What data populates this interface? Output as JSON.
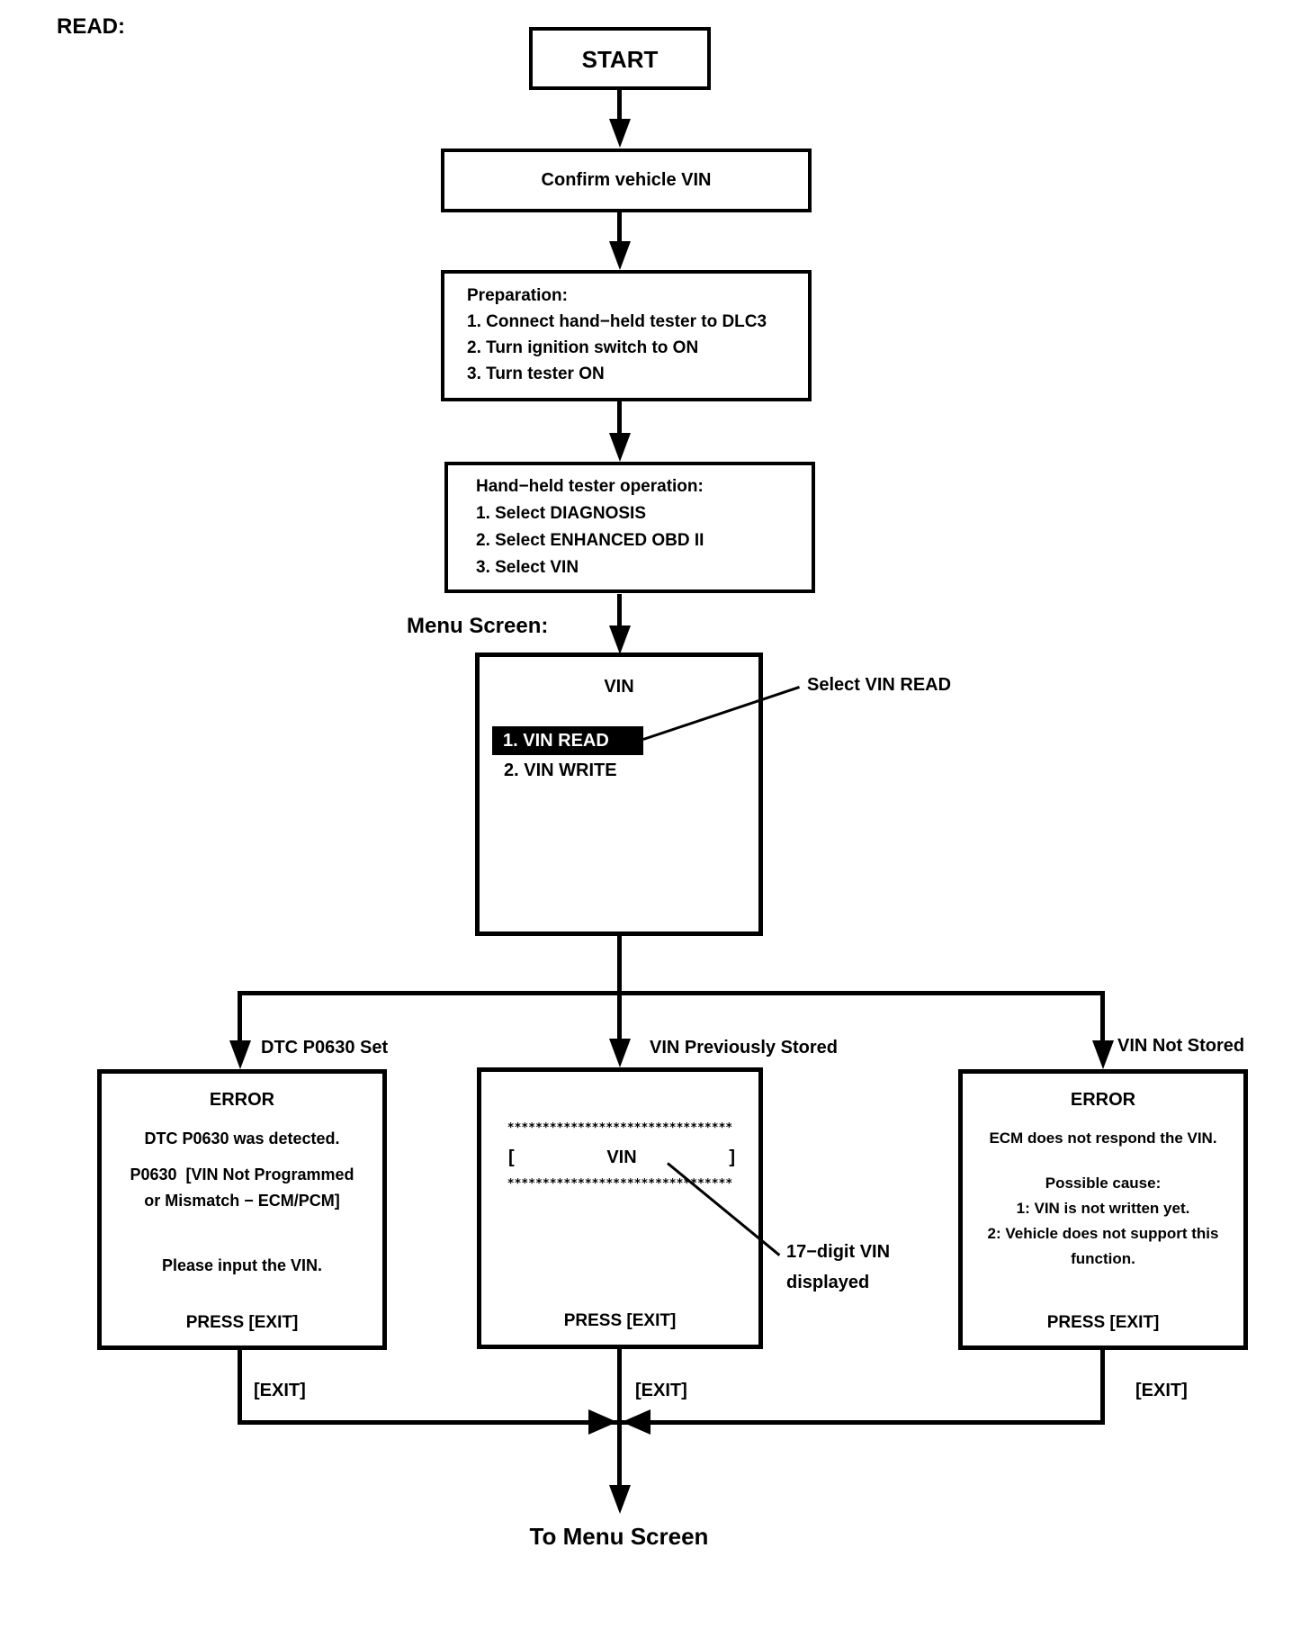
{
  "colors": {
    "ink": "#000000",
    "paper": "#ffffff",
    "highlight_bg": "#000000",
    "highlight_text": "#ffffff"
  },
  "header": {
    "read_label": "READ:"
  },
  "flow": {
    "start_label": "START",
    "confirm_label": "Confirm vehicle VIN",
    "preparation": {
      "title": "Preparation:",
      "steps": [
        "1. Connect hand−held tester to DLC3",
        "2. Turn ignition switch to ON",
        "3. Turn tester ON"
      ]
    },
    "tester_operation": {
      "title": "Hand−held tester operation:",
      "steps": [
        "1. Select DIAGNOSIS",
        "2. Select ENHANCED OBD II",
        "3. Select VIN"
      ]
    },
    "menu_screen_label": "Menu Screen:",
    "vin_menu": {
      "title": "VIN",
      "item_selected": "1. VIN READ",
      "item_second": "2. VIN WRITE",
      "callout": "Select VIN READ"
    },
    "branch_labels": {
      "left": "DTC P0630 Set",
      "center": "VIN Previously Stored",
      "right": "VIN Not Stored"
    },
    "error_dtc": {
      "title": "ERROR",
      "line1": "DTC P0630 was detected.",
      "line2": "P0630  [VIN Not Programmed",
      "line3": "or Mismatch − ECM/PCM]",
      "line4": "Please input the VIN.",
      "press_exit": "PRESS [EXIT]"
    },
    "vin_display": {
      "stars_top": "********************************",
      "bracket_open": "[",
      "vin_label": "VIN",
      "bracket_close": "]",
      "stars_bottom": "********************************",
      "press_exit": "PRESS [EXIT]",
      "callout_line1": "17−digit VIN",
      "callout_line2": "displayed"
    },
    "error_ecm": {
      "title": "ERROR",
      "line1": "ECM does not respond the VIN.",
      "line2": "Possible cause:",
      "line3": "1: VIN is not written yet.",
      "line4": "2: Vehicle does not support this",
      "line5": "function.",
      "press_exit": "PRESS [EXIT]"
    },
    "exit_labels": {
      "left": "[EXIT]",
      "center": "[EXIT]",
      "right": "[EXIT]"
    },
    "to_menu_label": "To Menu Screen"
  }
}
